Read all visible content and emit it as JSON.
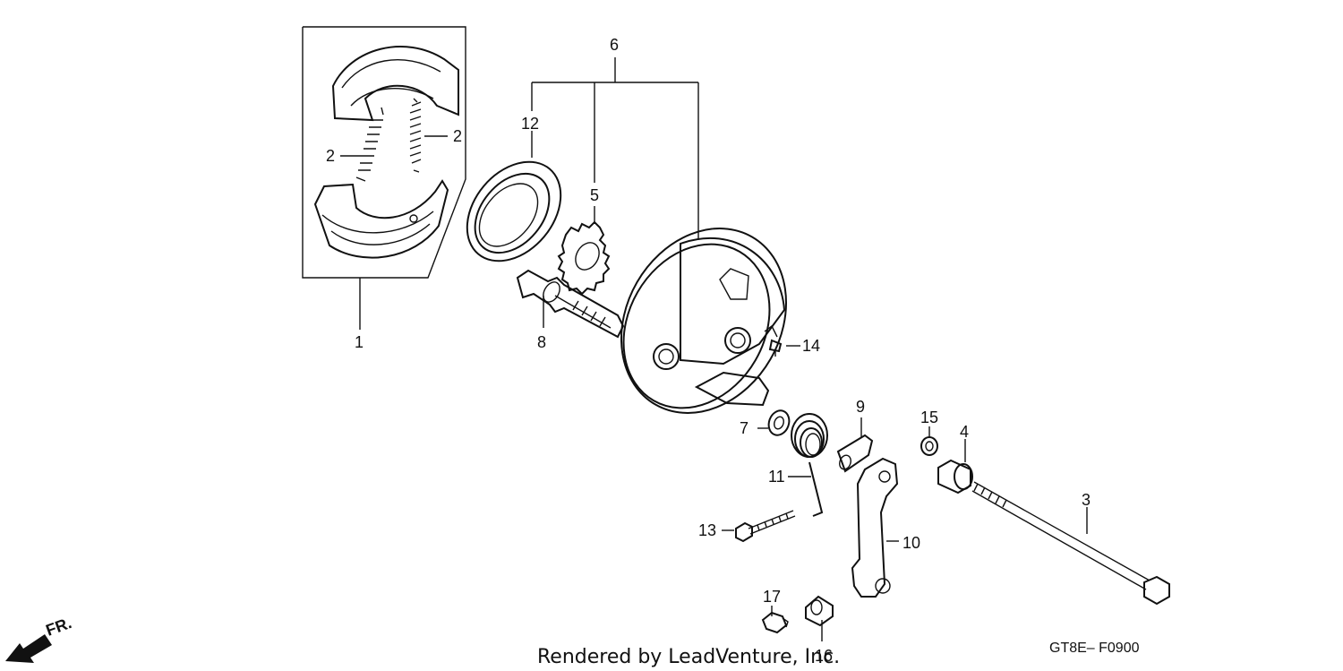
{
  "labels": {
    "p1": "1",
    "p2a": "2",
    "p2b": "2",
    "p3": "3",
    "p4": "4",
    "p5": "5",
    "p6": "6",
    "p7": "7",
    "p8": "8",
    "p9": "9",
    "p10": "10",
    "p11": "11",
    "p12": "12",
    "p13": "13",
    "p14": "14",
    "p15": "15",
    "p16": "16",
    "p17": "17"
  },
  "footer": {
    "credit": "Rendered by LeadVenture, Inc.",
    "code": "GT8E– F0900"
  },
  "direction": {
    "text": "FR.",
    "icon": "front-direction-arrow-icon"
  }
}
